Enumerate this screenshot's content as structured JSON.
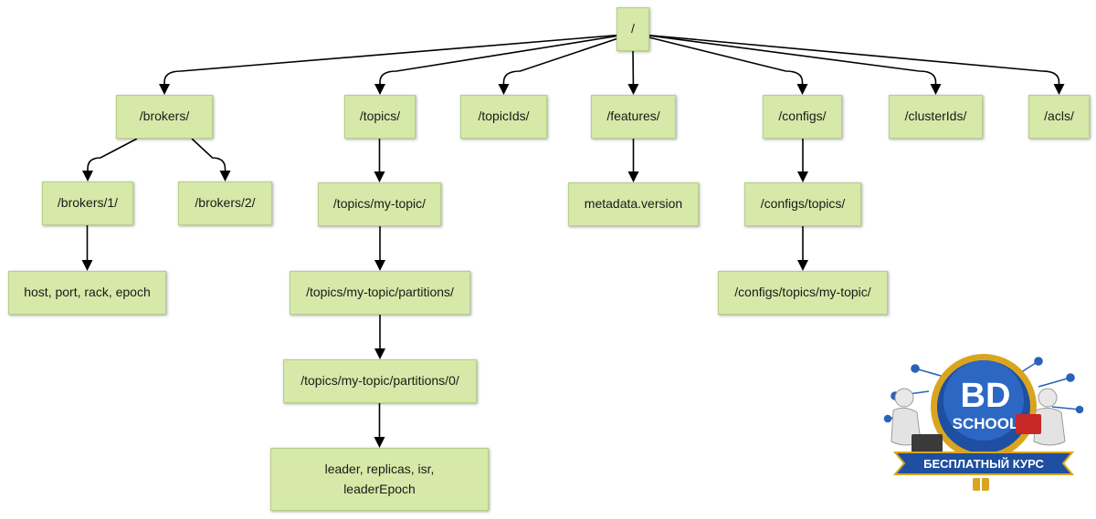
{
  "colors": {
    "node_fill": "#d6e9a8",
    "node_border": "#b7cf85",
    "edge": "#000000",
    "logo_blue": "#1e4fa0",
    "logo_gold": "#d9a520"
  },
  "nodes": {
    "root": "/",
    "brokers": "/brokers/",
    "topics": "/topics/",
    "topic_ids": "/topicIds/",
    "features": "/features/",
    "configs": "/configs/",
    "cluster_ids": "/clusterIds/",
    "acls": "/acls/",
    "brokers_1": "/brokers/1/",
    "brokers_2": "/brokers/2/",
    "broker_info": "host, port, rack, epoch",
    "my_topic": "/topics/my-topic/",
    "partitions": "/topics/my-topic/partitions/",
    "partition_0": "/topics/my-topic/partitions/0/",
    "partition_state_1": "leader, replicas, isr,",
    "partition_state_2": "leaderEpoch",
    "metadata_version": "metadata.version",
    "configs_topics": "/configs/topics/",
    "configs_my_topic": "/configs/topics/my-topic/"
  },
  "edges": [
    [
      "root",
      "brokers"
    ],
    [
      "root",
      "topics"
    ],
    [
      "root",
      "topic_ids"
    ],
    [
      "root",
      "features"
    ],
    [
      "root",
      "configs"
    ],
    [
      "root",
      "cluster_ids"
    ],
    [
      "root",
      "acls"
    ],
    [
      "brokers",
      "brokers_1"
    ],
    [
      "brokers",
      "brokers_2"
    ],
    [
      "brokers_1",
      "broker_info"
    ],
    [
      "topics",
      "my_topic"
    ],
    [
      "my_topic",
      "partitions"
    ],
    [
      "partitions",
      "partition_0"
    ],
    [
      "partition_0",
      "partition_state"
    ],
    [
      "features",
      "metadata_version"
    ],
    [
      "configs",
      "configs_topics"
    ],
    [
      "configs_topics",
      "configs_my_topic"
    ]
  ],
  "logo": {
    "line1": "BD",
    "line2": "SCHOOL",
    "banner": "БЕСПЛАТНЫЙ КУРС"
  }
}
